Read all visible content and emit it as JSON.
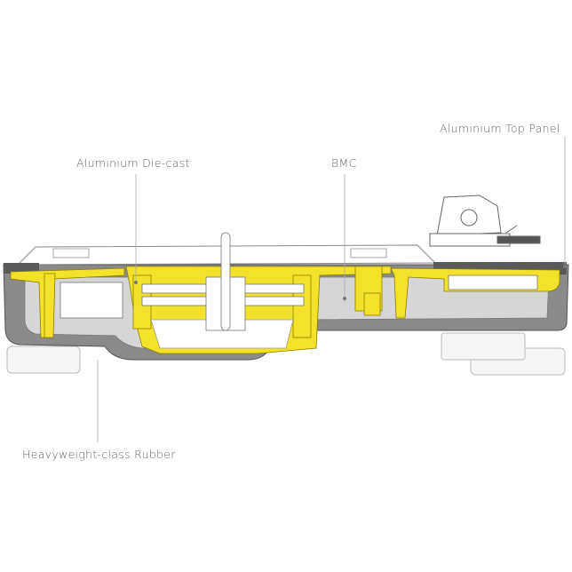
{
  "labels": {
    "top_panel": "Aluminium Top Panel",
    "die_cast": "Aluminium Die-cast",
    "bmc": "BMC",
    "rubber": "Heavyweight-class Rubber"
  },
  "colors": {
    "die_cast_yellow": "#f4e22a",
    "shell_gray": "#8a8a8a",
    "inner_gray": "#d6d6d6",
    "outline": "#7a7a7a"
  }
}
